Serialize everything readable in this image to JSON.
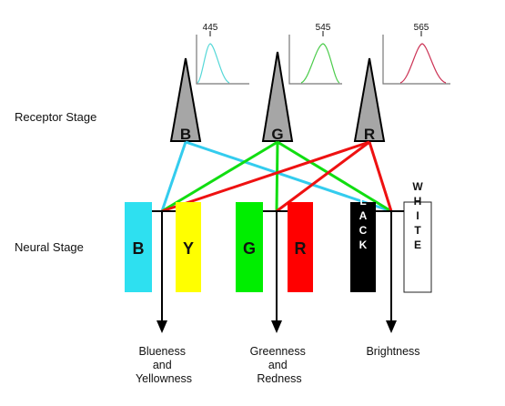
{
  "labels": {
    "receptor_stage": "Receptor Stage",
    "neural_stage": "Neural Stage"
  },
  "receptors": [
    {
      "id": "B",
      "letter": "B",
      "peak": "445",
      "curve_color": "#56d8d8"
    },
    {
      "id": "G",
      "letter": "G",
      "peak": "545",
      "curve_color": "#4ccc4c"
    },
    {
      "id": "R",
      "letter": "R",
      "peak": "565",
      "curve_color": "#cc3355"
    }
  ],
  "channels": [
    {
      "id": "B",
      "letter": "B",
      "fill": "#2ee0f0",
      "text_color": "#111111"
    },
    {
      "id": "Y",
      "letter": "Y",
      "fill": "#ffff00",
      "text_color": "#111111"
    },
    {
      "id": "G",
      "letter": "G",
      "fill": "#00ee00",
      "text_color": "#111111"
    },
    {
      "id": "R",
      "letter": "R",
      "fill": "#ff0000",
      "text_color": "#111111"
    },
    {
      "id": "BLACK",
      "letter": "BLACK",
      "fill": "#000000",
      "text_color": "#ffffff"
    },
    {
      "id": "WHITE",
      "letter": "WHITE",
      "fill": "#ffffff",
      "text_color": "#111111"
    }
  ],
  "outputs": [
    {
      "lines": [
        "Blueness",
        "and",
        "Yellowness"
      ]
    },
    {
      "lines": [
        "Greenness",
        "and",
        "Redness"
      ]
    },
    {
      "lines": [
        "Brightness"
      ]
    }
  ],
  "connection_colors": {
    "B": "#33ccee",
    "G": "#11dd11",
    "R": "#ee1111"
  }
}
